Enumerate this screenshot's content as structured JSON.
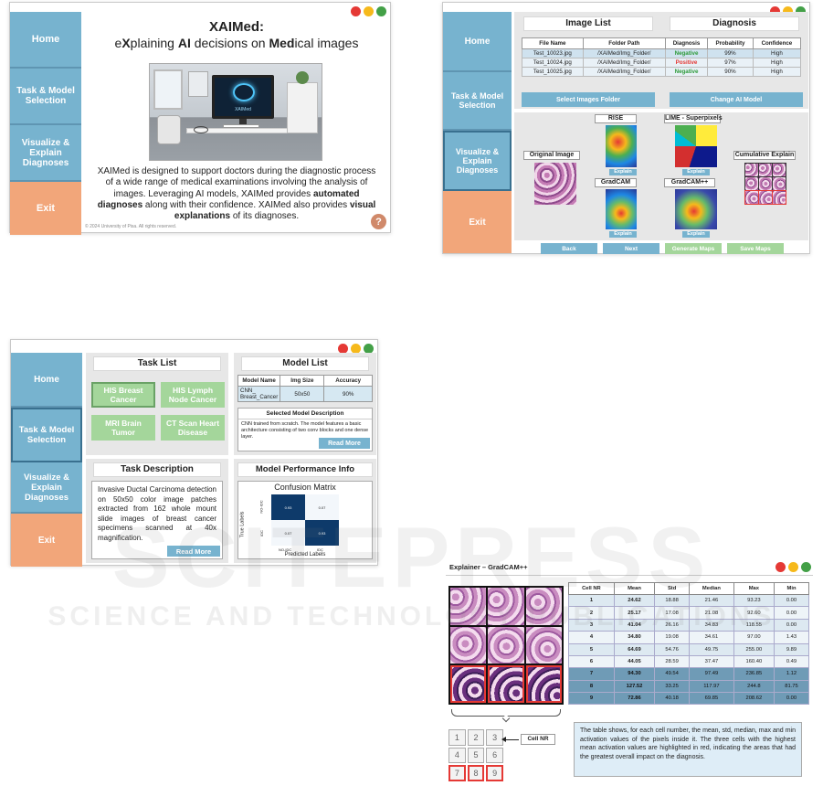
{
  "window_controls": {
    "close": "close-icon",
    "minimize": "minimize-icon",
    "maximize": "maximize-icon"
  },
  "nav": {
    "home": "Home",
    "task": "Task & Model Selection",
    "visualize": "Visualize & Explain Diagnoses",
    "exit": "Exit"
  },
  "home": {
    "title": "XAIMed:",
    "subtitle_parts": [
      "e",
      "X",
      "plaining ",
      "AI",
      " decisions on ",
      "Med",
      "ical images"
    ],
    "desc_plain1": "XAIMed is designed to support doctors during the diagnostic process of a wide range of medical examinations involving the analysis of images. Leveraging AI models, XAIMed provides ",
    "desc_bold1": "automated diagnoses",
    "desc_plain2": " along with their confidence. XAIMed also provides ",
    "desc_bold2": "visual explanations",
    "desc_plain3": " of its diagnoses.",
    "footer": "© 2024 University of Pisa. All rights reserved.",
    "help": "?",
    "monitor_text": "XAIMed"
  },
  "diag": {
    "image_list_title": "Image List",
    "diagnosis_title": "Diagnosis",
    "columns": [
      "File Name",
      "Folder Path",
      "Diagnosis",
      "Probability",
      "Confidence"
    ],
    "rows": [
      {
        "file": "Test_10023.jpg",
        "path": "/XAIMed/Img_Folder/",
        "diag": "Negative",
        "prob": "99%",
        "conf": "High"
      },
      {
        "file": "Test_10024.jpg",
        "path": "/XAIMed/Img_Folder/",
        "diag": "Positive",
        "prob": "97%",
        "conf": "High"
      },
      {
        "file": "Test_10025.jpg",
        "path": "/XAIMed/Img_Folder/",
        "diag": "Negative",
        "prob": "90%",
        "conf": "High"
      }
    ],
    "select_folder": "Select Images Folder",
    "change_model": "Change AI Model",
    "rise": "RISE",
    "lime": "LIME - Superpixels",
    "original": "Original Image",
    "cumulative": "Cumulative Explain",
    "gradcam": "GradCAM",
    "gradcampp": "GradCAM++",
    "explain": "Explain",
    "back": "Back",
    "next": "Next",
    "generate": "Generate Maps",
    "save": "Save Maps"
  },
  "task": {
    "task_list_title": "Task List",
    "tasks": [
      "HIS Breast Cancer",
      "HIS Lymph Node Cancer",
      "MRI Brain Tumor",
      "CT Scan Heart Disease"
    ],
    "model_list_title": "Model List",
    "model_columns": [
      "Model Name",
      "Img Size",
      "Accuracy"
    ],
    "model_row": {
      "name": "CNN_ Breast_Cancer",
      "size": "50x50",
      "acc": "90%"
    },
    "selected_model_title": "Selected Model Description",
    "selected_model_desc": "CNN trained from scratch. The model features a basic architecture consisting of two conv blocks and one dense layer.",
    "read_more": "Read More",
    "task_desc_title": "Task Description",
    "task_desc": "Invasive Ductal Carcinoma detection on 50x50 color image patches extracted from 162 whole mount slide images of breast cancer specimens scanned at 40x magnification.",
    "perf_title": "Model Performance Info",
    "cm_title": "Confusion Matrix",
    "cm_true": "True Labels",
    "cm_pred": "Predicted Labels",
    "cm_classes": [
      "NO-IDC",
      "IDC"
    ],
    "cm_values": [
      "0.93",
      "0.07",
      "0.07",
      "0.93"
    ]
  },
  "explainer": {
    "title": "Explainer – GradCAM++",
    "columns": [
      "Cell NR",
      "Mean",
      "Std",
      "Median",
      "Max",
      "Min"
    ],
    "rows": [
      [
        "1",
        "24.62",
        "18.88",
        "21.46",
        "93.23",
        "0.00"
      ],
      [
        "2",
        "25.17",
        "17.08",
        "21.08",
        "92.60",
        "0.00"
      ],
      [
        "3",
        "41.04",
        "26.16",
        "34.83",
        "118.55",
        "0.00"
      ],
      [
        "4",
        "34.80",
        "19.08",
        "34.61",
        "97.00",
        "1.43"
      ],
      [
        "5",
        "64.69",
        "54.76",
        "49.75",
        "255.00",
        "9.89"
      ],
      [
        "6",
        "44.05",
        "28.59",
        "37.47",
        "160.40",
        "0.49"
      ],
      [
        "7",
        "94.30",
        "49.54",
        "97.49",
        "236.85",
        "1.12"
      ],
      [
        "8",
        "127.52",
        "33.25",
        "117.97",
        "244.8",
        "81.75"
      ],
      [
        "9",
        "72.86",
        "40.18",
        "69.85",
        "208.62",
        "0.00"
      ]
    ],
    "cell_nr_label": "Cell NR",
    "grid_numbers": [
      "1",
      "2",
      "3",
      "4",
      "5",
      "6",
      "7",
      "8",
      "9"
    ],
    "note": "The table shows, for each cell number, the mean, std, median, max and min activation values of the pixels inside it. The three cells with the highest mean activation values are highlighted in red, indicating the areas that had the greatest overall impact on the diagnosis."
  },
  "watermark": {
    "top": "SCITEPRESS",
    "bottom": "SCIENCE AND TECHNOLOGY PUBLICATIONS"
  },
  "colors": {
    "nav_blue": "#77b3cf",
    "exit_orange": "#f2a67a",
    "green_btn": "#a4d69b",
    "highlight_red": "#e53935"
  }
}
